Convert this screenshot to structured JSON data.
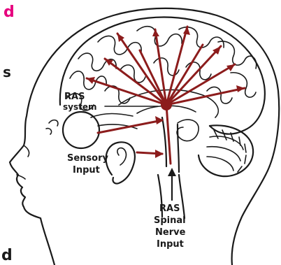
{
  "labels": {
    "ras_system_line1": "RAS",
    "ras_system_line2": "system",
    "sensory_line1": "Sensory",
    "sensory_line2": "Input",
    "spinal_line1": "RAS",
    "spinal_line2": "Spinal",
    "spinal_line3": "Nerve",
    "spinal_line4": "Input"
  },
  "edge_fragments": {
    "top_left": "d",
    "mid_left": "s",
    "bottom_left": "d"
  },
  "colors": {
    "ink": "#1a1a1a",
    "pathway": "#8c1c1c",
    "accent_fragment": "#e6007e"
  }
}
